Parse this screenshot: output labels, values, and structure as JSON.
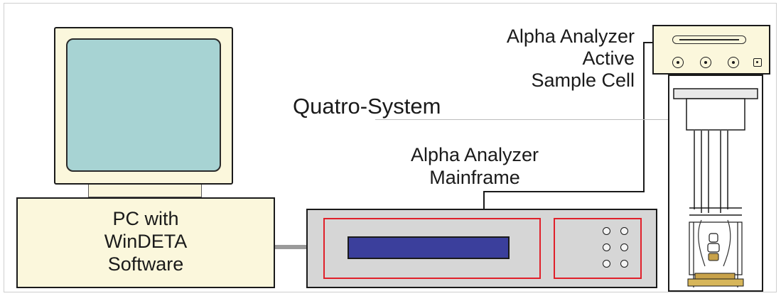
{
  "diagram": {
    "title": "Quatro-System",
    "pc": {
      "lines": [
        "PC with",
        "WinDETA",
        "Software"
      ]
    },
    "mainframe": {
      "lines": [
        "Alpha Analyzer",
        "Mainframe"
      ]
    },
    "sample_cell": {
      "lines": [
        "Alpha Analyzer",
        "Active",
        "Sample Cell"
      ]
    }
  },
  "colors": {
    "case_fill": "#fbf7dc",
    "screen_fill": "#a7d3d3",
    "mainframe_fill": "#d6d6d6",
    "panel_outline": "#e0202a",
    "display_fill": "#3b3f9c",
    "sample_gold": "#c8a24a"
  }
}
